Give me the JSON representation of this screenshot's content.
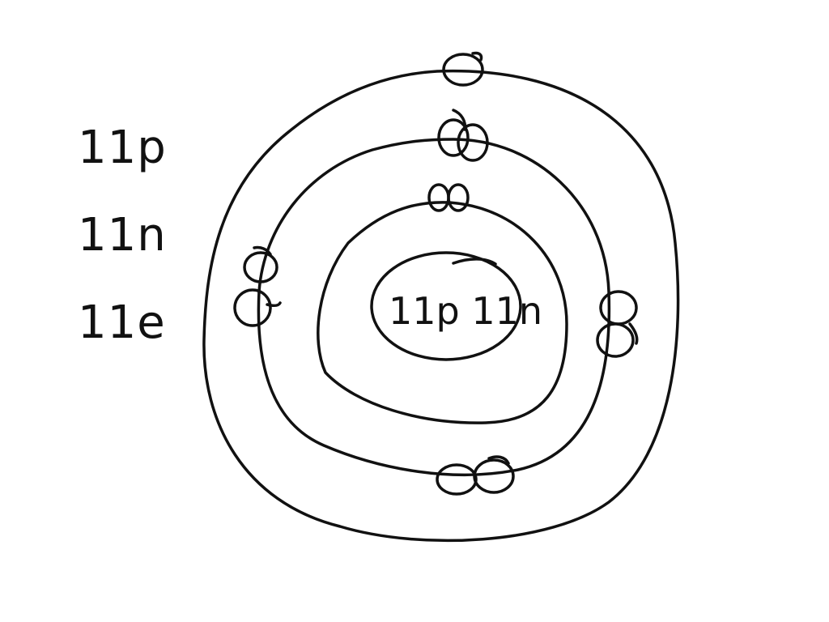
{
  "legend": {
    "protons": "11p",
    "neutrons": "11n",
    "electrons": "11e"
  },
  "nucleus": {
    "label": "11p 11n"
  },
  "shells": [
    {
      "name": "shell-1",
      "electron_count": 2
    },
    {
      "name": "shell-2",
      "electron_count": 8
    },
    {
      "name": "shell-3",
      "electron_count": 1
    }
  ],
  "colors": {
    "ink": "#111111",
    "background": "#ffffff"
  }
}
